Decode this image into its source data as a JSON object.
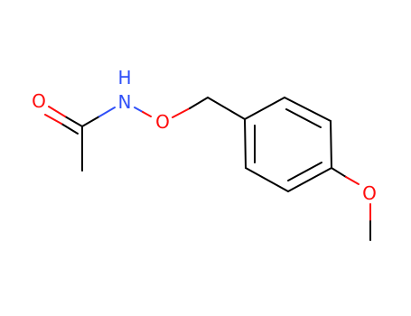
{
  "molecule": {
    "atoms": {
      "carbonyl_oxygen": "O",
      "nitrogen": "N",
      "nitrogen_hydrogen": "H",
      "ether_oxygen": "O",
      "methoxy_oxygen": "O"
    },
    "colors": {
      "bond": "#000000",
      "oxygen": "#ff0d0d",
      "nitrogen": "#3050f8",
      "background": "#ffffff"
    }
  }
}
